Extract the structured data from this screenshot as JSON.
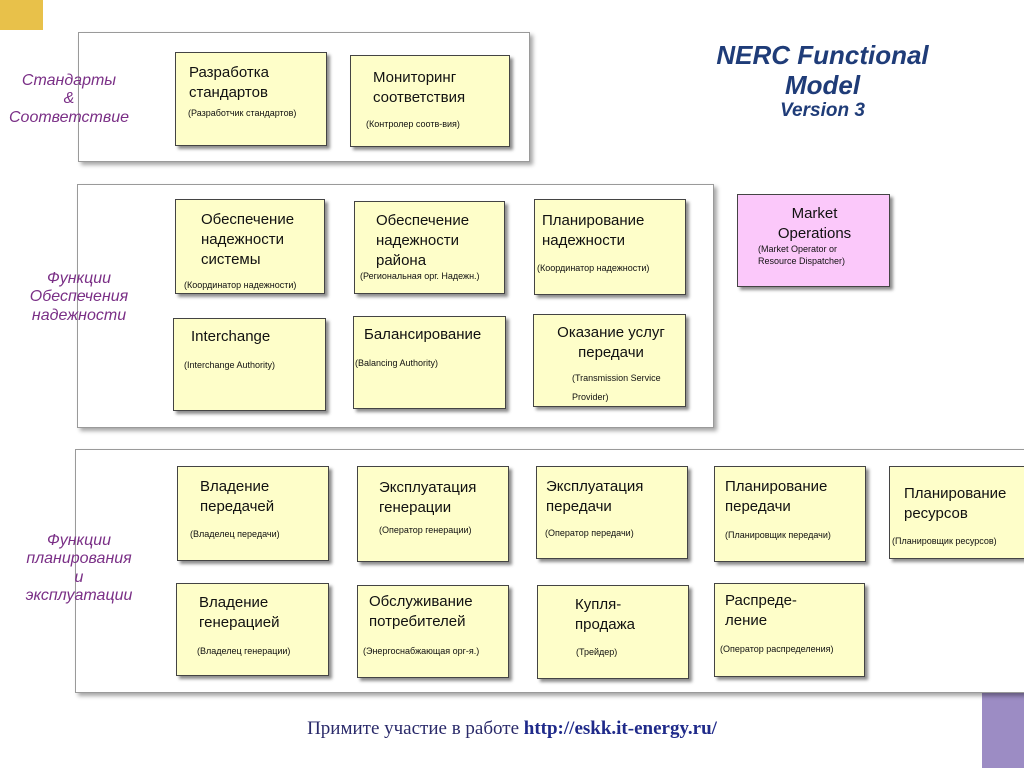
{
  "title": {
    "line1": "NERC Functional",
    "line2": "Model",
    "line3": "Version 3"
  },
  "groups": {
    "standards": {
      "label": [
        "Стандарты",
        "&",
        "Соответствие"
      ]
    },
    "reliability": {
      "label": [
        "Функции",
        "Обеспечения",
        "надежности"
      ]
    },
    "planning": {
      "label": [
        "Функции",
        "планирования",
        "и",
        "эксплуатации"
      ]
    }
  },
  "boxes": {
    "standards_dev": {
      "title": [
        "Разработка",
        "стандартов"
      ],
      "role": [
        "(Разработчик стандартов)"
      ]
    },
    "compliance": {
      "title": [
        "Мониторинг",
        "соответствия"
      ],
      "role": [
        "(Контролер соотв-вия)"
      ]
    },
    "reliability_coord": {
      "title": [
        "Обеспечение",
        "надежности",
        "системы"
      ],
      "role": [
        "(Координатор надежности)"
      ]
    },
    "regional_reliability": {
      "title": [
        "Обеспечение",
        "надежности",
        "района"
      ],
      "role": [
        "(Региональная орг. Надежн.)"
      ]
    },
    "reliability_planning": {
      "title": [
        "Планирование",
        "надежности"
      ],
      "role": [
        "(Координатор надежности)"
      ]
    },
    "interchange": {
      "title": [
        "Interchange"
      ],
      "role": [
        "(Interchange Authority)"
      ]
    },
    "balancing": {
      "title": [
        "Балансирование"
      ],
      "role": [
        "(Balancing Authority)"
      ]
    },
    "transmission_service": {
      "title": [
        "Оказание услуг",
        "передачи"
      ],
      "role": [
        "(Transmission Service",
        "Provider)"
      ]
    },
    "market_ops": {
      "title": [
        "Market",
        "Operations"
      ],
      "role": [
        "(Market Operator or",
        "Resource Dispatcher)"
      ]
    },
    "transmission_owner": {
      "title": [
        "Владение",
        "передачей"
      ],
      "role": [
        "(Владелец передачи)"
      ]
    },
    "generator_operator": {
      "title": [
        "Эксплуатация",
        "генерации"
      ],
      "role": [
        "(Оператор генерации)"
      ]
    },
    "transmission_operator": {
      "title": [
        "Эксплуатация",
        "передачи"
      ],
      "role": [
        "(Оператор передачи)"
      ]
    },
    "transmission_planning": {
      "title": [
        "Планирование",
        "передачи"
      ],
      "role": [
        "(Планировщик передачи)"
      ]
    },
    "resource_planning": {
      "title": [
        "Планирование",
        "ресурсов"
      ],
      "role": [
        "(Планировщик ресурсов)"
      ]
    },
    "generator_owner": {
      "title": [
        "Владение",
        "генерацией"
      ],
      "role": [
        "(Владелец генерации)"
      ]
    },
    "load_serving": {
      "title": [
        "Обслуживание",
        "потребителей"
      ],
      "role": [
        "(Энергоснабжающая орг-я.)"
      ]
    },
    "purchasing": {
      "title": [
        "Купля-",
        "продажа"
      ],
      "role": [
        "(Трейдер)"
      ]
    },
    "distribution": {
      "title": [
        "Распреде-",
        "ление"
      ],
      "role": [
        "(Оператор распределения)"
      ]
    }
  },
  "footer": {
    "text": "Примите участие в работе ",
    "link": "http://eskk.it-energy.ru/"
  },
  "colors": {
    "box_fill": "#fefec9",
    "market_fill": "#fbc8fa",
    "group_label": "#7a2f86",
    "title": "#1f3c78",
    "accent": "#e8c14a",
    "bar": "#9c8cc4"
  }
}
